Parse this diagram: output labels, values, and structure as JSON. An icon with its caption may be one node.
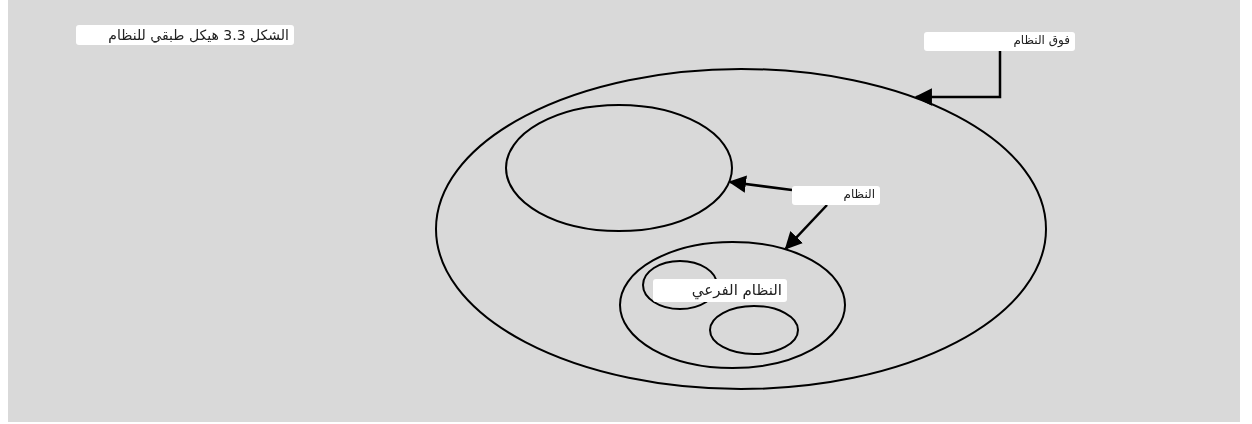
{
  "diagram": {
    "title": "الشكل 3.3 هيكل طبقي للنظام",
    "nodes": [
      {
        "text": [],
        "shape": "ellipse"
      },
      {
        "text": [],
        "shape": "ellipse",
        "in": 0
      },
      {
        "text": [],
        "shape": "ellipse",
        "in": 0
      },
      {
        "text": [],
        "shape": "ellipse",
        "in": 2
      },
      {
        "text": [],
        "shape": "ellipse",
        "in": 2
      },
      {
        "text": [
          "فوق النظام"
        ]
      },
      {
        "text": [
          "النظام"
        ],
        "in": 0
      },
      {
        "text": [
          "النظام الفرعي"
        ],
        "in": 2
      }
    ],
    "edges": [
      {
        "from": 5,
        "to": 0,
        "arrow": "to"
      },
      {
        "from": 6,
        "to": 1,
        "arrow": "to"
      },
      {
        "from": 6,
        "to": 2,
        "arrow": "to"
      }
    ]
  }
}
